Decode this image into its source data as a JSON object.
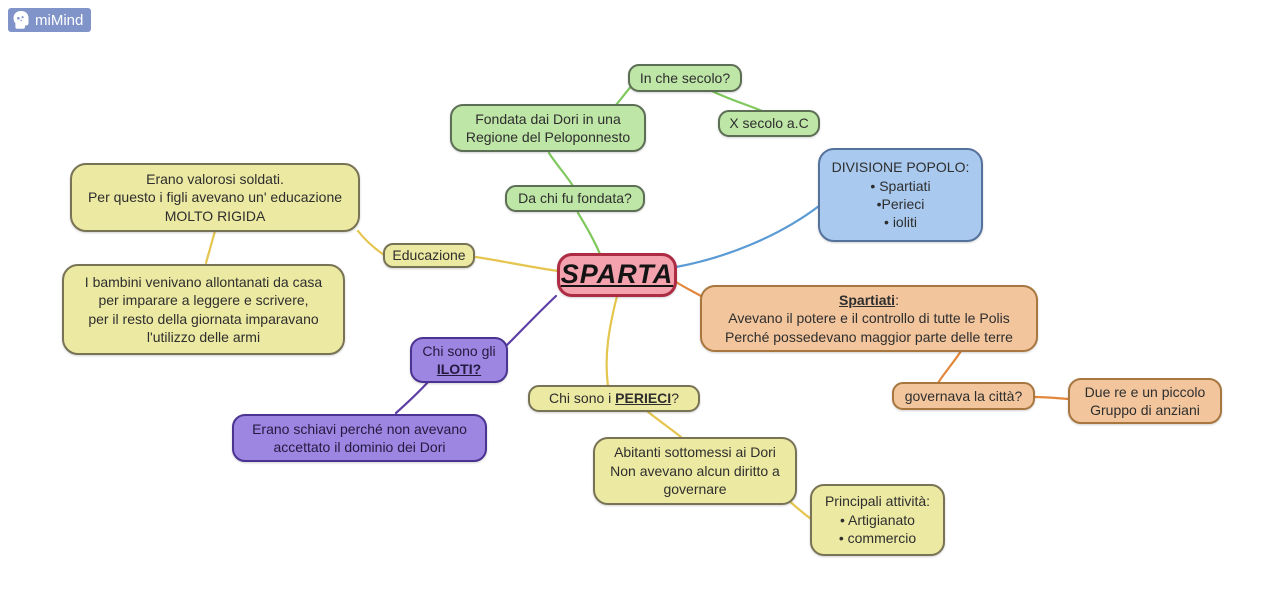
{
  "app": {
    "logo_label": "miMind"
  },
  "palette": {
    "node_green": "#bee6a6",
    "node_yellow": "#ece9a2",
    "node_blue": "#a9c9ef",
    "node_orange": "#f2c59d",
    "node_purple": "#9c86e2",
    "node_pink": "#f3a2ae",
    "logo_bg": "#8094ca"
  },
  "edges": {
    "green": "#7fc95e",
    "yellow": "#e5c54e",
    "blue": "#5b9bd5",
    "orange": "#e2873b",
    "purple": "#5e3fa6"
  },
  "nodes": {
    "sparta": {
      "label": "SPARTA"
    },
    "fondata": {
      "text": "Fondata dai Dori in una\nRegione del Peloponnesto"
    },
    "in_che_secolo": {
      "text": "In che secolo?"
    },
    "x_secolo": {
      "text": "X secolo a.C"
    },
    "da_chi": {
      "text": "Da chi fu fondata?"
    },
    "divisione": {
      "text": "DIVISIONE POPOLO:\n• Spartiati\n•Perieci\n• ioliti"
    },
    "spartiati": {
      "title": "Spartiati",
      "title_suffix": ":",
      "body": "Avevano il potere e il controllo di tutte le Polis\nPerché possedevano maggior parte delle terre"
    },
    "governava": {
      "text": "governava la città?"
    },
    "due_re": {
      "text": "Due re e un piccolo\nGruppo di anziani"
    },
    "educazione": {
      "text": "Educazione"
    },
    "soldati": {
      "text": "Erano valorosi soldati.\nPer questo i figli avevano un' educazione\nMOLTO RIGIDA"
    },
    "bambini": {
      "text": "I bambini venivano allontanati da casa\nper imparare a leggere e scrivere,\nper il resto della giornata imparavano\nl'utilizzo delle armi"
    },
    "iloti_q": {
      "line1": "Chi sono gli",
      "line2": "ILOTI?"
    },
    "iloti_a": {
      "text": "Erano schiavi perché non avevano\naccettato il dominio dei Dori"
    },
    "perieci_q": {
      "prefix": "Chi sono i ",
      "strong": "PERIECI",
      "suffix": "?"
    },
    "perieci_a": {
      "text": "Abitanti sottomessi ai Dori\nNon avevano alcun diritto a\ngovernare"
    },
    "attivita": {
      "text": "Principali attività:\n• Artigianato\n• commercio"
    }
  }
}
